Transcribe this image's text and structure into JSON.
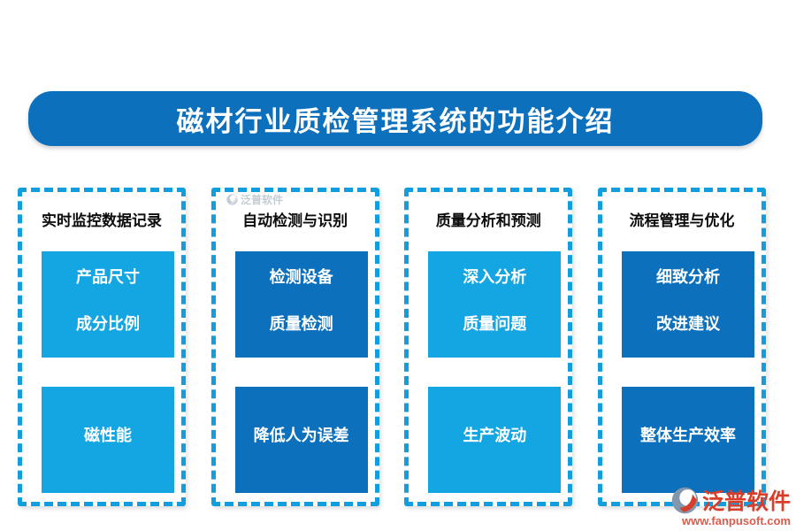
{
  "banner": {
    "title": "磁材行业质检管理系统的功能介绍"
  },
  "columns": [
    {
      "header": "实时监控数据记录",
      "tone": "light",
      "box1_lines": [
        "产品尺寸",
        "成分比例"
      ],
      "box2": "磁性能"
    },
    {
      "header": "自动检测与识别",
      "tone": "dark",
      "box1_lines": [
        "检测设备",
        "质量检测"
      ],
      "box2": "降低人为误差"
    },
    {
      "header": "质量分析和预测",
      "tone": "light",
      "box1_lines": [
        "深入分析",
        "质量问题"
      ],
      "box2": "生产波动"
    },
    {
      "header": "流程管理与优化",
      "tone": "dark",
      "box1_lines": [
        "细致分析",
        "改进建议"
      ],
      "box2": "整体生产效率"
    }
  ],
  "watermark": {
    "icon": "fanpu-circle-swoosh-icon",
    "text": "泛普软件"
  },
  "logo": {
    "icon": "fanpu-circle-swoosh-icon",
    "name": "泛普软件",
    "url": "www.fanpusoft.com"
  },
  "colors": {
    "banner_blue": "#0c70bc",
    "light_box": "#14a5e3",
    "dark_box": "#0c70bc",
    "dash_blue": "#129ede",
    "logo_red": "#d93e2b",
    "watermark_gray": "#8b9aa8"
  }
}
